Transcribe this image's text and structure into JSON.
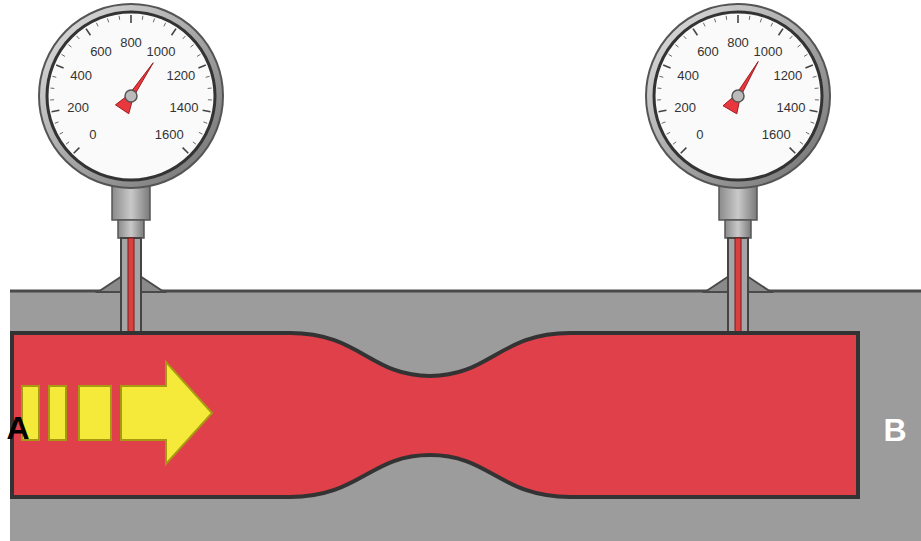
{
  "diagram": {
    "labels": [
      "0",
      "200",
      "400",
      "600",
      "800",
      "1000",
      "1200",
      "1400",
      "1600",
      "0",
      "200",
      "400",
      "600",
      "800",
      "1000",
      "1200",
      "1400",
      "1600",
      "A",
      "B"
    ]
  }
}
